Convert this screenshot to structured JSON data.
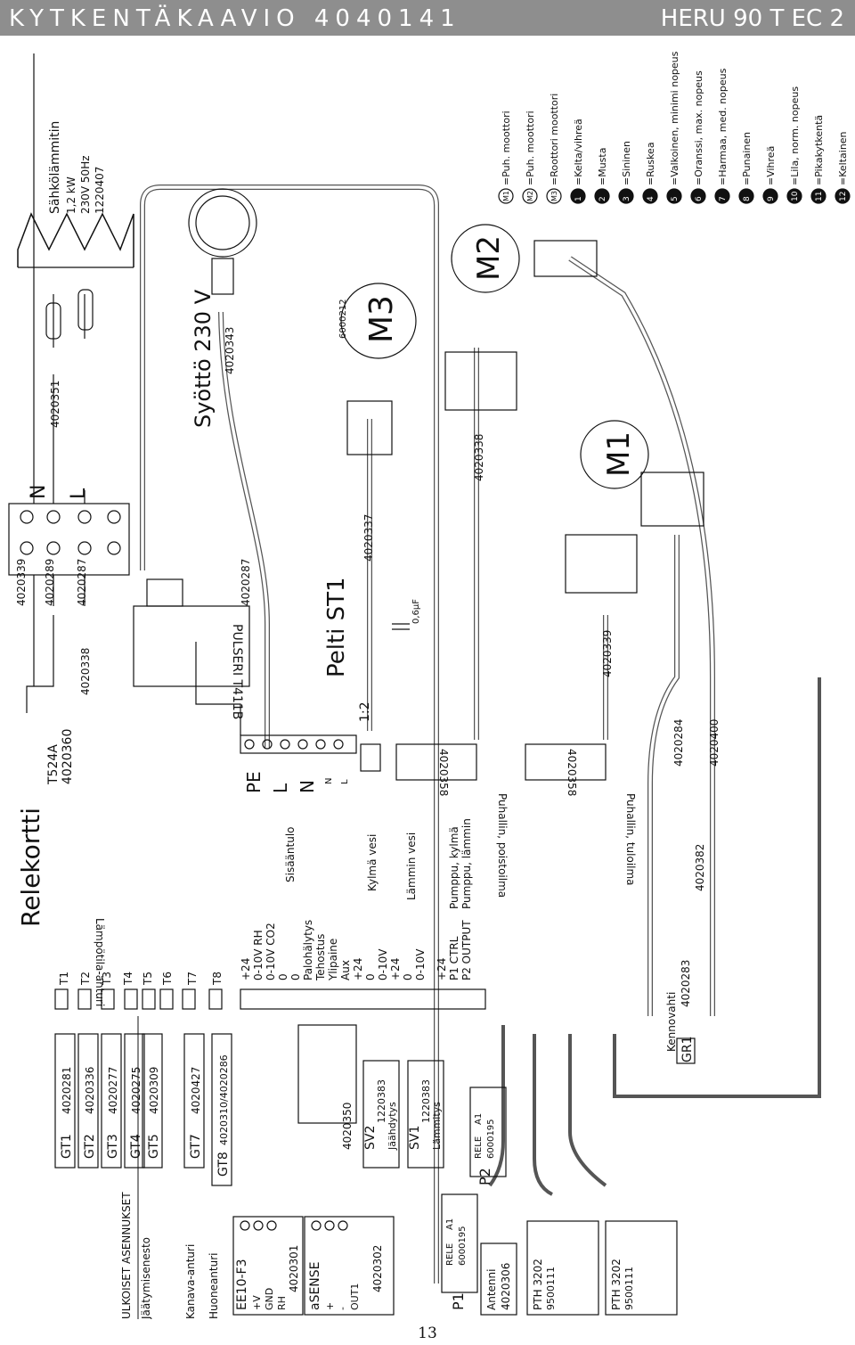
{
  "header": {
    "title_left": "KYTKENTÄKAAVIO 4040141",
    "title_right": "HERU 90 T EC 2"
  },
  "page_number": "13",
  "relekortti": {
    "title": "Relekortti",
    "model": "T524A",
    "code": "4020360"
  },
  "sensors": {
    "group_label": "ULKOISET ASENNUKSET",
    "row_labels": [
      "Jäätymisenesto",
      "Kanava-anturi",
      "Huoneanturi"
    ],
    "items": [
      {
        "tag": "GT1",
        "code": "4020281",
        "terminal": "T1"
      },
      {
        "tag": "GT2",
        "code": "4020336",
        "terminal": "T2"
      },
      {
        "tag": "GT3",
        "code": "4020277",
        "terminal": "T3"
      },
      {
        "tag": "GT4",
        "code": "4020275",
        "terminal": "T4"
      },
      {
        "tag": "GT5",
        "code": "4020309",
        "terminal": "T5"
      },
      {
        "tag": "",
        "code": "",
        "terminal": "T6"
      },
      {
        "tag": "GT7",
        "code": "4020427",
        "terminal": "T7"
      },
      {
        "tag": "GT8",
        "code": "4020310/4020286",
        "terminal": "T8"
      }
    ],
    "temp_sensor_label": "Lämpötila-anturi"
  },
  "terminals": {
    "labels": [
      "+24",
      "0-10V RH",
      "0-10V CO2",
      "0",
      "0",
      "Palohälytys",
      "Tehostus",
      "Ylipaine",
      "Aux",
      "+24",
      "0",
      "0-10V",
      "+24",
      "0",
      "0-10V",
      "+24",
      "P1 CTRL",
      "P2 OUTPUT"
    ],
    "sisaantulo": "Sisääntulo",
    "kylma_vesi": "Kylmä vesi",
    "lammin_vesi": "Lämmin vesi",
    "pumppu_kylma": "Pumppu, kylmä",
    "pumppu_lammin": "Pumppu, lämmin"
  },
  "power": {
    "pe": "PE",
    "l": "L",
    "n": "N",
    "n_small": "N",
    "l_small": "L",
    "ratio": "1:2"
  },
  "fans": {
    "exhaust": "Puhallin, poistoilma",
    "supply": "Puhallin, tuloilma",
    "connector_code": "4020358"
  },
  "cables": {
    "c4020339": "4020339",
    "c4020289": "4020289",
    "c4020287": "4020287",
    "c4020338": "4020338",
    "c4020351": "4020351",
    "c4020343": "4020343",
    "c4020337": "4020337",
    "c6000212": "6000212",
    "c4020284": "4020284",
    "c4020400": "4020400",
    "c4020382": "4020382",
    "c4020283": "4020283",
    "c4020350": "4020350",
    "c4020306": "4020306"
  },
  "heater": {
    "name": "Sähkölämmitin",
    "power": "1,2 kW",
    "voltage": "230V 50Hz",
    "code": "1220407"
  },
  "supply": {
    "label": "Syöttö 230 V"
  },
  "damper": {
    "label": "Pelti ST1",
    "capacitor": "0,6µF"
  },
  "pulseri": {
    "label": "PULSERI T411B"
  },
  "motors": {
    "m1": "M1",
    "m2": "M2",
    "m3": "M3"
  },
  "terminal_block": {
    "n": "N",
    "l": "L"
  },
  "devices": {
    "ee10": {
      "name": "EE10-F3",
      "pins": [
        "+V",
        "GND",
        "RH"
      ],
      "code": "4020301"
    },
    "asense": {
      "name": "aSENSE",
      "pins": [
        "+",
        "-",
        "OUT1"
      ],
      "code": "4020302"
    },
    "sv2": {
      "tag": "SV2",
      "code": "1220383",
      "desc": "Jäähdytys"
    },
    "sv1": {
      "tag": "SV1",
      "code": "1220383",
      "desc": "Lämmitys"
    },
    "p1": {
      "tag": "P1",
      "rele": "RELE",
      "code": "6000195",
      "a1": "A1"
    },
    "p2": {
      "tag": "P2",
      "rele": "RELE",
      "code": "6000195",
      "a1": "A1"
    },
    "antenni": {
      "name": "Antenni",
      "code": "4020306"
    },
    "pth1": {
      "name": "PTH 3202",
      "code": "9500111"
    },
    "pth2": {
      "name": "PTH 3202",
      "code": "9500111"
    },
    "kennovahti": {
      "name": "Kennovahti",
      "tag": "GR1"
    }
  },
  "legend": [
    {
      "key": "M1",
      "text": "=Puh. moottori"
    },
    {
      "key": "M2",
      "text": "=Puh. moottori"
    },
    {
      "key": "M3",
      "text": "=Roottori moottori"
    },
    {
      "key": "1",
      "text": "=Kelta/vihreä"
    },
    {
      "key": "2",
      "text": "=Musta"
    },
    {
      "key": "3",
      "text": "=Sininen"
    },
    {
      "key": "4",
      "text": "=Ruskea"
    },
    {
      "key": "5",
      "text": "=Valkoinen, minimi nopeus"
    },
    {
      "key": "6",
      "text": "=Oranssi, max. nopeus"
    },
    {
      "key": "7",
      "text": "=Harmaa, med. nopeus"
    },
    {
      "key": "8",
      "text": "=Punainen"
    },
    {
      "key": "9",
      "text": "=Vihreä"
    },
    {
      "key": "10",
      "text": "=Lila, norm. nopeus"
    },
    {
      "key": "11",
      "text": "=Pikakytkentä"
    },
    {
      "key": "12",
      "text": "=Keltainen"
    }
  ]
}
